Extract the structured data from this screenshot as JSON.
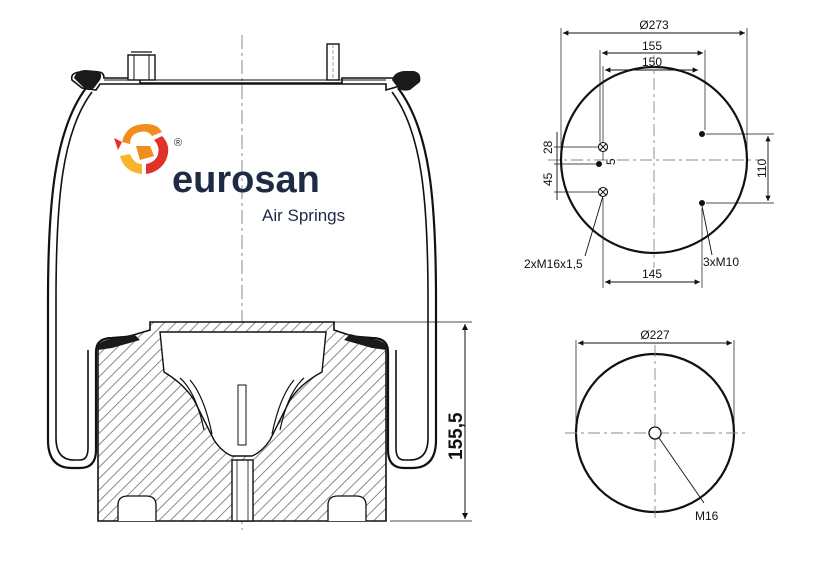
{
  "brand": {
    "name": "eurosan",
    "tagline": "Air Springs",
    "registered": "®",
    "colors": {
      "text": "#1f2a44",
      "orange": "#f28c1c",
      "red": "#e0322b",
      "yellow": "#f7b52b"
    }
  },
  "side_view": {
    "height_label": "155,5"
  },
  "top_plate_view": {
    "diameter": "Ø273",
    "dim_155": "155",
    "dim_150": "150",
    "dim_145": "145",
    "dim_28": "28",
    "dim_5": "5",
    "dim_45": "45",
    "dim_110": "110",
    "label_threaded": "2xM16x1,5",
    "label_bolts": "3xM10"
  },
  "bottom_piston_view": {
    "diameter": "Ø227",
    "label_bolt": "M16"
  },
  "colors": {
    "line": "#111111",
    "hatch": "#777777",
    "centerline": "#888888"
  }
}
